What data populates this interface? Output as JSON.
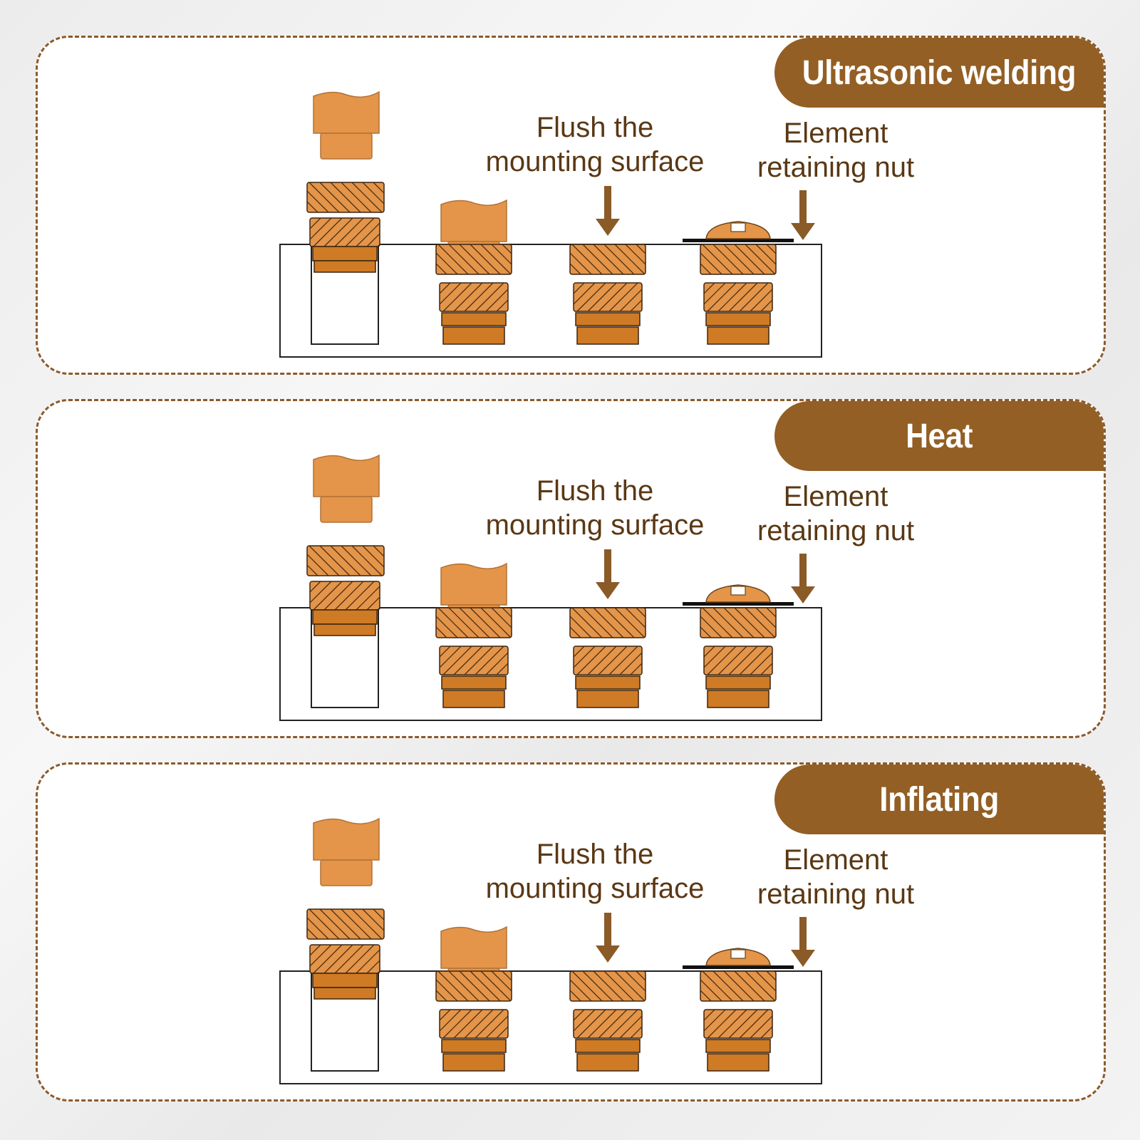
{
  "colors": {
    "accent": "#935f24",
    "border": "#8c5a2b",
    "label_text": "#5a3814",
    "brass": "#e49549",
    "brass_dark": "#cf7a24",
    "arrow": "#8a5a27"
  },
  "panels": [
    {
      "title": "Ultrasonic welding",
      "flush_label": [
        "Flush the",
        "mounting surface"
      ],
      "nut_label": [
        "Element",
        "retaining nut"
      ]
    },
    {
      "title": "Heat",
      "flush_label": [
        "Flush the",
        "mounting surface"
      ],
      "nut_label": [
        "Element",
        "retaining nut"
      ]
    },
    {
      "title": "Inflating",
      "flush_label": [
        "Flush the",
        "mounting surface"
      ],
      "nut_label": [
        "Element",
        "retaining nut"
      ]
    }
  ]
}
